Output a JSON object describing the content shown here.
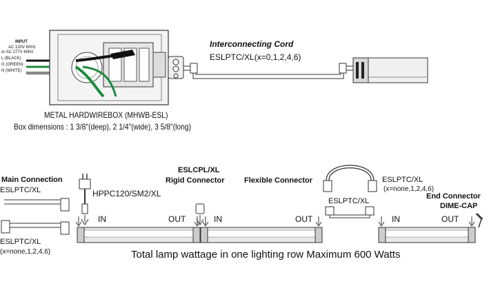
{
  "hardwirebox": {
    "input_title": "INPUT",
    "input_line1": "AC 120V 60Hz",
    "input_line2": "or AC 277V 60Hz",
    "wire_l": "L (BLACK)",
    "wire_g": "G (GREEN)",
    "wire_n": "N (WHITE)",
    "title": "METAL HARDWIREBOX (MHWB-ESL)",
    "dimensions": "Box dimensions : 1 3/8\"(deep), 2 1/4\"(wide), 3 5/8\"(long)"
  },
  "interconnecting_cord": {
    "title": "Interconnecting Cord",
    "model": "ESLPTC/XL",
    "options": "(x=0,1,2,4,6)"
  },
  "main_connection": {
    "title": "Main Connection",
    "model_top": "ESLPTC/XL",
    "model_bottom": "ESLPTC/XL",
    "options": "(x=none,1,2,4,6)"
  },
  "plug": {
    "model": "HPPC120/SM2/XL"
  },
  "rigid_connector": {
    "model": "ESLCPL/XL",
    "title": "Rigid Connector"
  },
  "flexible_connector": {
    "title": "Flexible Connector",
    "model_right": "ESLPTC/XL",
    "options": "(x=none,1,2,4,6)",
    "model_below": "ESLPTC/XL"
  },
  "end_connector": {
    "title": "End Connector",
    "model": "DIME-CAP"
  },
  "lamps": [
    {
      "in_label": "IN",
      "out_label": "OUT"
    },
    {
      "in_label": "IN",
      "out_label": "OUT"
    },
    {
      "in_label": "IN",
      "out_label": "OUT"
    }
  ],
  "footer_note": "Total lamp wattage in one lighting row Maximum 600 Watts",
  "colors": {
    "wire_black": "#111111",
    "wire_green": "#1a8a3a",
    "lamp_fill": "#e8e8e8",
    "outline": "#333333"
  }
}
